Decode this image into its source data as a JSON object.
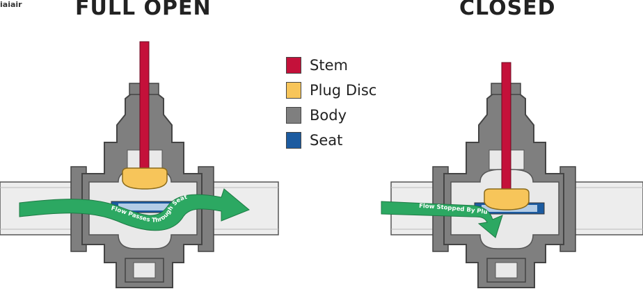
{
  "watermark": "iaiair",
  "titles": {
    "open": "FULL OPEN",
    "closed": "CLOSED"
  },
  "legend": [
    {
      "label": "Stem",
      "color": "#c4113a",
      "icon": "stem-swatch"
    },
    {
      "label": "Plug Disc",
      "color": "#f7c55a",
      "icon": "plug-disc-swatch"
    },
    {
      "label": "Body",
      "color": "#7f7f7f",
      "icon": "body-swatch"
    },
    {
      "label": "Seat",
      "color": "#1c5ba0",
      "icon": "seat-swatch"
    }
  ],
  "flow_labels": {
    "open": "Flow Passes Through Seat",
    "closed": "Flow Stopped By Plug"
  },
  "colors": {
    "stem": "#c4113a",
    "plug": "#f7c55a",
    "body": "#7f7f7f",
    "body_dark": "#5a5a5a",
    "seat": "#1c5ba0",
    "seat_inner": "#b3cce6",
    "flow": "#2ca862",
    "cavity": "#e9e9e9",
    "pipe": "#ededed"
  }
}
